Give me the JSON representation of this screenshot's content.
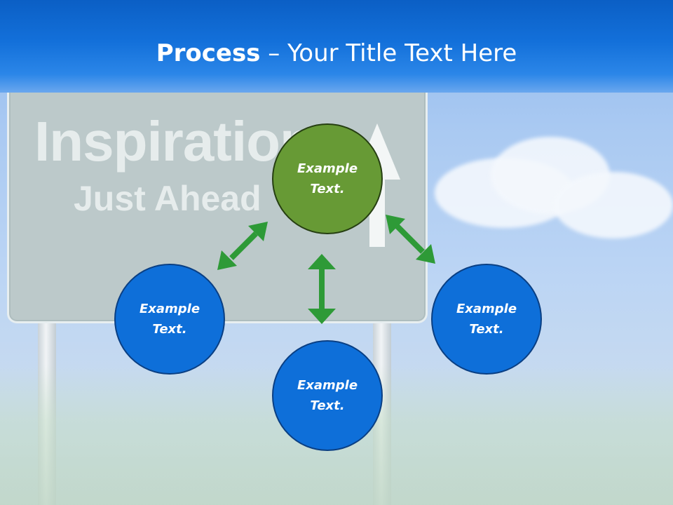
{
  "slide": {
    "title_bold": "Process",
    "title_rest": " – Your Title Text Here",
    "background_sign": {
      "line1": "Inspiration",
      "line2": "Just Ahead"
    }
  },
  "diagram": {
    "nodes": [
      {
        "id": "top",
        "label_line1": "Example",
        "label_line2": "Text.",
        "color": "#679a35"
      },
      {
        "id": "left",
        "label_line1": "Example",
        "label_line2": "Text.",
        "color": "#0e6fd9"
      },
      {
        "id": "bottom",
        "label_line1": "Example",
        "label_line2": "Text.",
        "color": "#0e6fd9"
      },
      {
        "id": "right",
        "label_line1": "Example",
        "label_line2": "Text.",
        "color": "#0e6fd9"
      }
    ],
    "connector_color": "#2e9a37"
  }
}
